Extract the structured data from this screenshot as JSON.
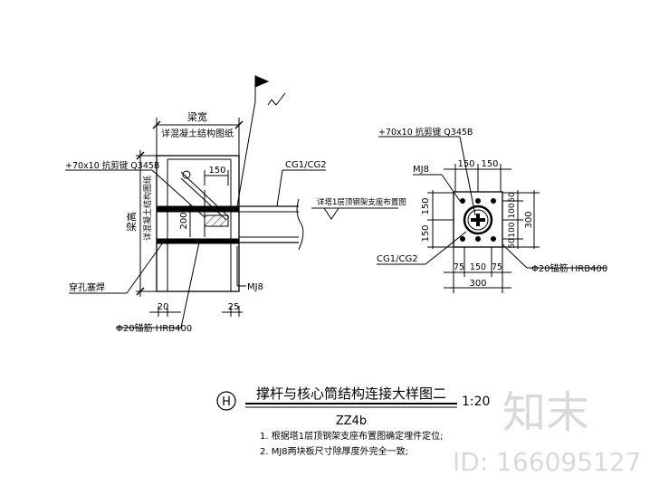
{
  "left_detail": {
    "top_dim_title": "梁宽",
    "top_dim_note": "详混凝土结构图纸",
    "shear_key": "+70x10 抗剪键 Q345B",
    "dim_150": "150",
    "dim_200": "200",
    "vert_dim_title": "梁高",
    "vert_dim_note": "详混凝土结构图纸",
    "beam_label": "CG1/CG2",
    "ref_note": "详塔1层顶钢架支座布置图",
    "weld_note": "穿孔塞焊",
    "plate_label": "MJ8",
    "anchor_note": "Φ20锚筋 HRB400",
    "dim_20": "20",
    "dim_25": "25"
  },
  "right_detail": {
    "shear_key": "+70x10 抗剪键 Q345B",
    "plate_label": "MJ8",
    "top_dims": [
      "150",
      "150"
    ],
    "left_dims": [
      "150",
      "150"
    ],
    "right_dims": [
      "50",
      "100",
      "100",
      "50"
    ],
    "right_total": "300",
    "beam_label": "CG1/CG2",
    "anchor_note": "Φ20锚筋 HRB400",
    "bottom_dims": [
      "75",
      "150",
      "75"
    ],
    "bottom_total": "300"
  },
  "title_block": {
    "marker": "H",
    "title": "撑杆与核心筒结构连接大样图二",
    "scale": "1:20",
    "code": "ZZ4b",
    "notes": [
      "1. 根据塔1层顶钢架支座布置图确定埋件定位;",
      "2. MJ8两块板尺寸除厚度外完全一致;"
    ]
  },
  "watermark": {
    "brand": "知末",
    "id": "ID: 166095127"
  }
}
